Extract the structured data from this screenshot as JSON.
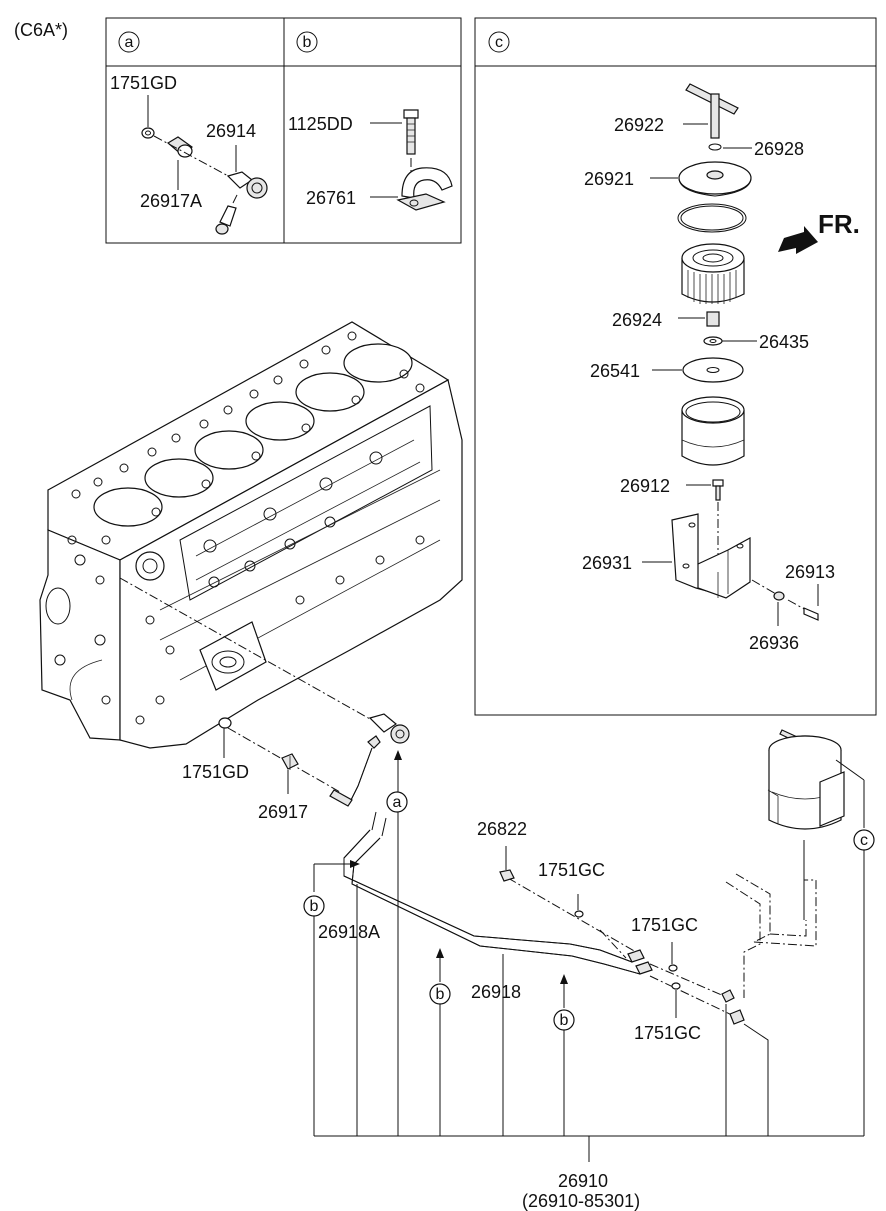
{
  "variant": "(C6A*)",
  "panels": {
    "a": {
      "marker": "a",
      "labels": {
        "washer": "1751GD",
        "sensor": "26914",
        "adapter": "26917A"
      }
    },
    "b": {
      "marker": "b",
      "labels": {
        "bolt": "1125DD",
        "clamp": "26761"
      }
    },
    "c": {
      "marker": "c",
      "direction": "FR.",
      "labels": {
        "handle": "26922",
        "oring_small": "26928",
        "cover": "26921",
        "element_center": "26924",
        "washer_center": "26435",
        "plate": "26541",
        "bolt_housing": "26912",
        "bracket": "26931",
        "bolt_bracket": "26913",
        "nut_bracket": "26936"
      }
    }
  },
  "main": {
    "labels": {
      "washer_block": "1751GD",
      "connector": "26917",
      "pipe_a": "26918A",
      "pipe": "26918",
      "bolt_top": "26822",
      "washer_1": "1751GC",
      "washer_2": "1751GC",
      "washer_3": "1751GC",
      "assembly": "26910",
      "assembly_part": "(26910-85301)"
    },
    "markers": {
      "a1": "a",
      "b1": "b",
      "b2": "b",
      "b3": "b",
      "c1": "c"
    }
  }
}
